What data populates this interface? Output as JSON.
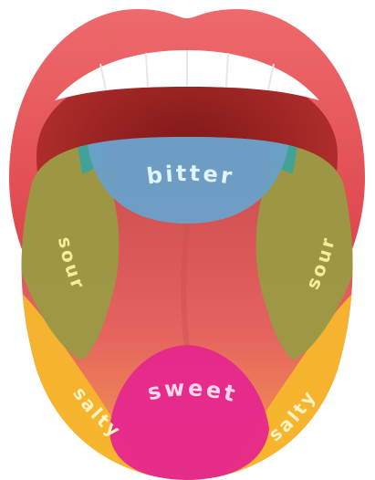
{
  "diagram": {
    "zones": [
      {
        "id": "bitter",
        "label": "bitter",
        "color": "#6aa0c8",
        "text_color": "#dff4ff"
      },
      {
        "id": "sour_left",
        "label": "sour",
        "color": "#9a9a45",
        "text_color": "#f1ef9a"
      },
      {
        "id": "sour_right",
        "label": "sour",
        "color": "#9a9a45",
        "text_color": "#f1ef9a"
      },
      {
        "id": "sweet",
        "label": "sweet",
        "color": "#e5288b",
        "text_color": "#ffd7ea"
      },
      {
        "id": "salty_left",
        "label": "salty",
        "color": "#f7b72c",
        "text_color": "#fff3c4"
      },
      {
        "id": "salty_right",
        "label": "salty",
        "color": "#f7b72c",
        "text_color": "#fff3c4"
      }
    ],
    "colors": {
      "lips": "#e2454c",
      "mouth_inner": "#9e2424",
      "teeth": "#ffffff",
      "tongue_base": "#e66a5f",
      "tongue_tip": "#f7b85a"
    }
  }
}
